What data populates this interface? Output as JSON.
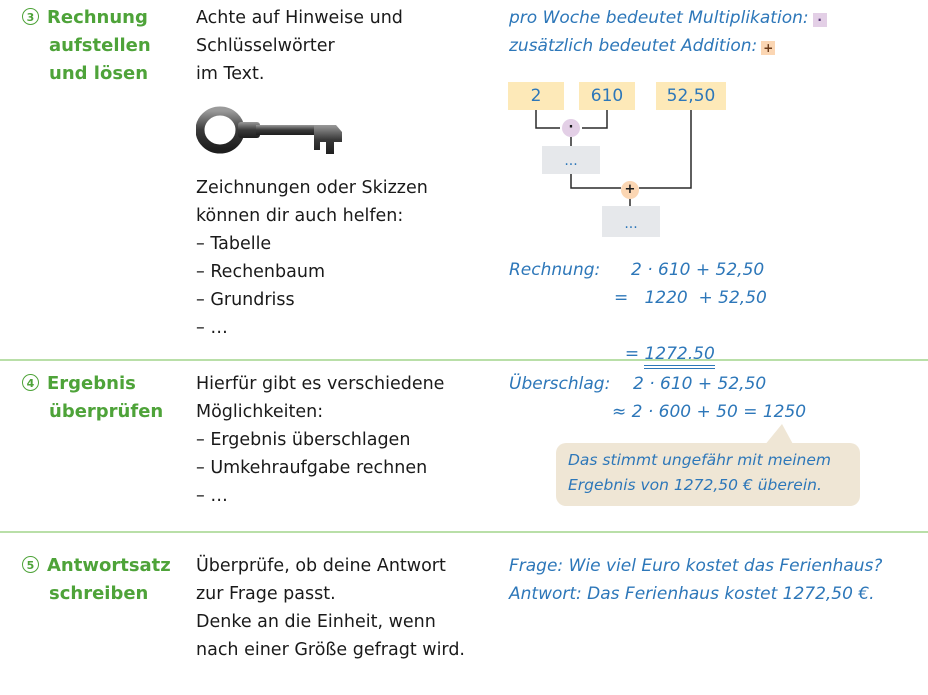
{
  "steps": [
    {
      "number": "3",
      "title_lines": [
        "Rechnung",
        "aufstellen",
        "und lösen"
      ],
      "text_lines": [
        "Achte auf Hinweise und",
        "Schlüsselwörter",
        "im Text."
      ],
      "text_lines_2": [
        "Zeichnungen oder Skizzen",
        "können dir auch helfen:",
        "–  Tabelle",
        "–  Rechenbaum",
        "–  Grundriss",
        "–  …"
      ]
    },
    {
      "number": "4",
      "title_lines": [
        "Ergebnis",
        "überprüfen"
      ],
      "text_lines": [
        "Hierfür gibt es verschiedene",
        "Möglichkeiten:",
        "–  Ergebnis überschlagen",
        "–  Umkehraufgabe rechnen",
        "–  …"
      ]
    },
    {
      "number": "5",
      "title_lines": [
        "Antwortsatz",
        "schreiben"
      ],
      "text_lines": [
        "Überprüfe, ob deine Antwort",
        "zur Frage passt.",
        "Denke an die Einheit, wenn",
        "nach einer Größe gefragt wird."
      ]
    }
  ],
  "hints": {
    "line1": "pro Woche bedeutet Multiplikation:",
    "line1_symbol": "·",
    "line2": "zusätzlich  bedeutet Addition:",
    "line2_symbol": "+"
  },
  "tree": {
    "values": [
      "2",
      "610",
      "52,50"
    ],
    "op1": "·",
    "op2": "+",
    "result1": "...",
    "result2": "..."
  },
  "calculation": {
    "label": "Rechnung:",
    "line1": "2 · 610 + 52,50",
    "line2": "=   1220  + 52,50",
    "line3_prefix": "= ",
    "result": "1272,50"
  },
  "estimate": {
    "label": "Überschlag:",
    "line1": "2 · 610 + 52,50",
    "line2": "≈ 2 · 600 + 50 = 1250",
    "bubble_lines": [
      "Das stimmt ungefähr mit meinem",
      "Ergebnis von 1272,50 € überein."
    ]
  },
  "answer": {
    "question": "Frage: Wie viel Euro kostet das Ferienhaus?",
    "answer": "Antwort: Das Ferienhaus kostet 1272,50 €."
  },
  "colors": {
    "title_green": "#4ea339",
    "handwriting_blue": "#2d77b9",
    "box_yellow": "#fde9b8",
    "box_grey": "#e6e8eb",
    "op_purple": "#e3cfe6",
    "op_peach": "#fbd6b3",
    "bubble": "#efe6d5",
    "rule_green": "#b9dfa8"
  },
  "icons": [
    "key-icon"
  ]
}
